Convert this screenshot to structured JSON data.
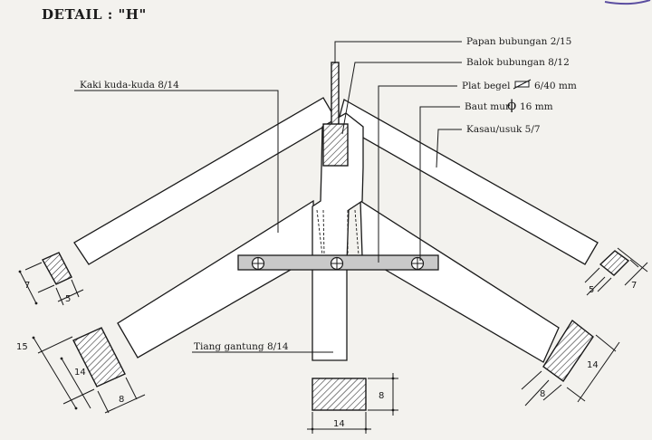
{
  "title": "DETAIL : \"H\"",
  "labels": {
    "papan_bubungan": "Papan bubungan 2/15",
    "balok_bubungan": "Balok bubungan 8/12",
    "plat_begel_pre": "Plat begel",
    "plat_begel_post": "6/40 mm",
    "baut_mur_pre": "Baut mur",
    "baut_mur_post": "16 mm",
    "kasau_usuk": "Kasau/usuk 5/7",
    "kaki_kuda_kuda": "Kaki kuda-kuda 8/14",
    "tiang_gantung": "Tiang gantung 8/14"
  },
  "symbols": {
    "diameter": "ϕ"
  },
  "dimensions": {
    "left_small_h": "7",
    "left_small_w": "5",
    "left_big_h": "15",
    "left_big_w1": "14",
    "left_big_w2": "8",
    "right_small_w": "5",
    "right_small_h": "7",
    "right_big_h": "14",
    "right_big_w": "8",
    "bottom_h": "8",
    "bottom_w": "14"
  },
  "colors": {
    "ink": "#1a1a1a",
    "paper": "#f3f2ee",
    "plate": "#c9c9c9"
  }
}
